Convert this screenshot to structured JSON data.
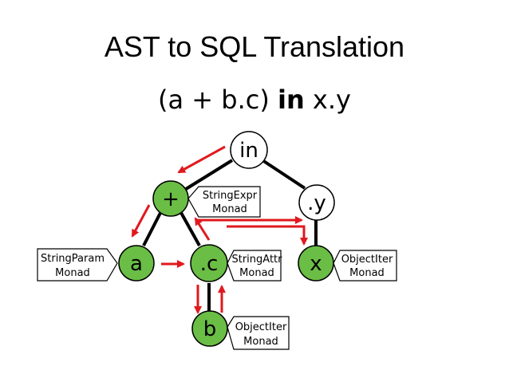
{
  "title": "AST to SQL Translation",
  "subtitle": {
    "left": "(a + b.c) ",
    "keyword": "in",
    "right": " x.y"
  },
  "colors": {
    "node_green": "#6ABD45",
    "node_white": "#FFFFFF",
    "edge": "#000000",
    "arrow_red": "#E0191E"
  },
  "nodes": {
    "in": "in",
    "plus": "+",
    "y": ".y",
    "a": "a",
    "c": ".c",
    "x": "x",
    "b": "b"
  },
  "callouts": {
    "stringexpr": {
      "line1": "StringExpr",
      "line2": "Monad"
    },
    "stringparam": {
      "line1": "StringParam",
      "line2": "Monad"
    },
    "stringattr": {
      "line1": "StringAttr",
      "line2": "Monad"
    },
    "objectiter_x": {
      "line1": "ObjectIter",
      "line2": "Monad"
    },
    "objectiter_b": {
      "line1": "ObjectIter",
      "line2": "Monad"
    }
  }
}
